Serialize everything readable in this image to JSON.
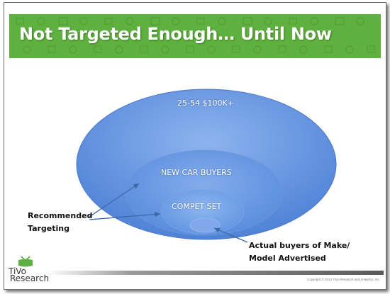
{
  "slide": {
    "title": "Not Targeted Enough… Until Now",
    "copyright": "Copyright © 2014 TiVo Research and Analytics, Inc."
  },
  "diagram": {
    "ellipses": [
      {
        "label": "25-54 $100K+"
      },
      {
        "label": "NEW CAR BUYERS"
      },
      {
        "label": "COMPET SET"
      },
      {
        "label": ""
      }
    ],
    "annotations": {
      "recommended": [
        "Recommended",
        "Targeting"
      ],
      "actual": [
        "Actual buyers of Make/",
        "Model Advertised"
      ]
    }
  },
  "logo": {
    "line1": "TiVo",
    "line2": "Research"
  },
  "colors": {
    "banner_green": "#5fb13f",
    "ellipse_blue": "#5b8fdf",
    "ellipse_light": "#8db4ef",
    "arrow": "#3f6aa8"
  }
}
